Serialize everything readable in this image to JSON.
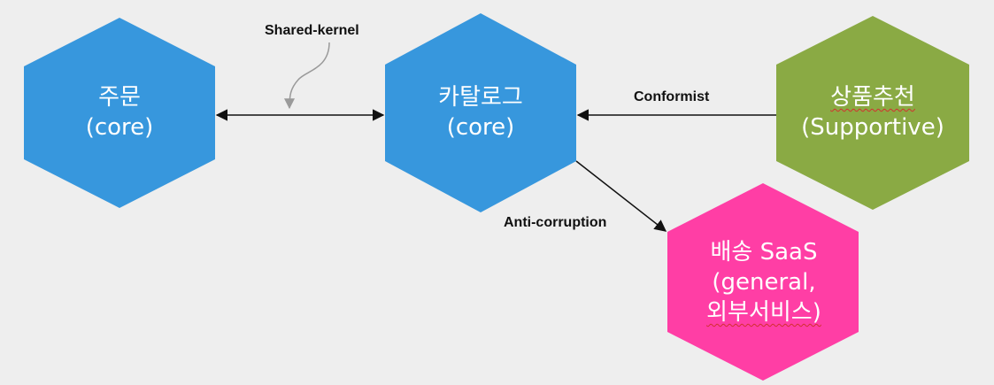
{
  "nodes": {
    "order": {
      "line1": "주문",
      "line2": "(core)"
    },
    "catalog": {
      "line1": "카탈로그",
      "line2": "(core)"
    },
    "recommend": {
      "line1": "상품추천",
      "line2": "(Supportive)"
    },
    "shipping": {
      "line1": "배송 SaaS",
      "line2": "(general,",
      "line3": "외부서비스)"
    }
  },
  "edges": {
    "shared_kernel": "Shared-kernel",
    "conformist": "Conformist",
    "anti_corruption": "Anti-corruption"
  },
  "colors": {
    "background": "#eeeeee",
    "core": "#3797dd",
    "supportive": "#8aaa44",
    "general": "#ff3ea5",
    "arrow": "#111111",
    "callout": "#9a9a9a",
    "text_on_node": "#ffffff"
  }
}
